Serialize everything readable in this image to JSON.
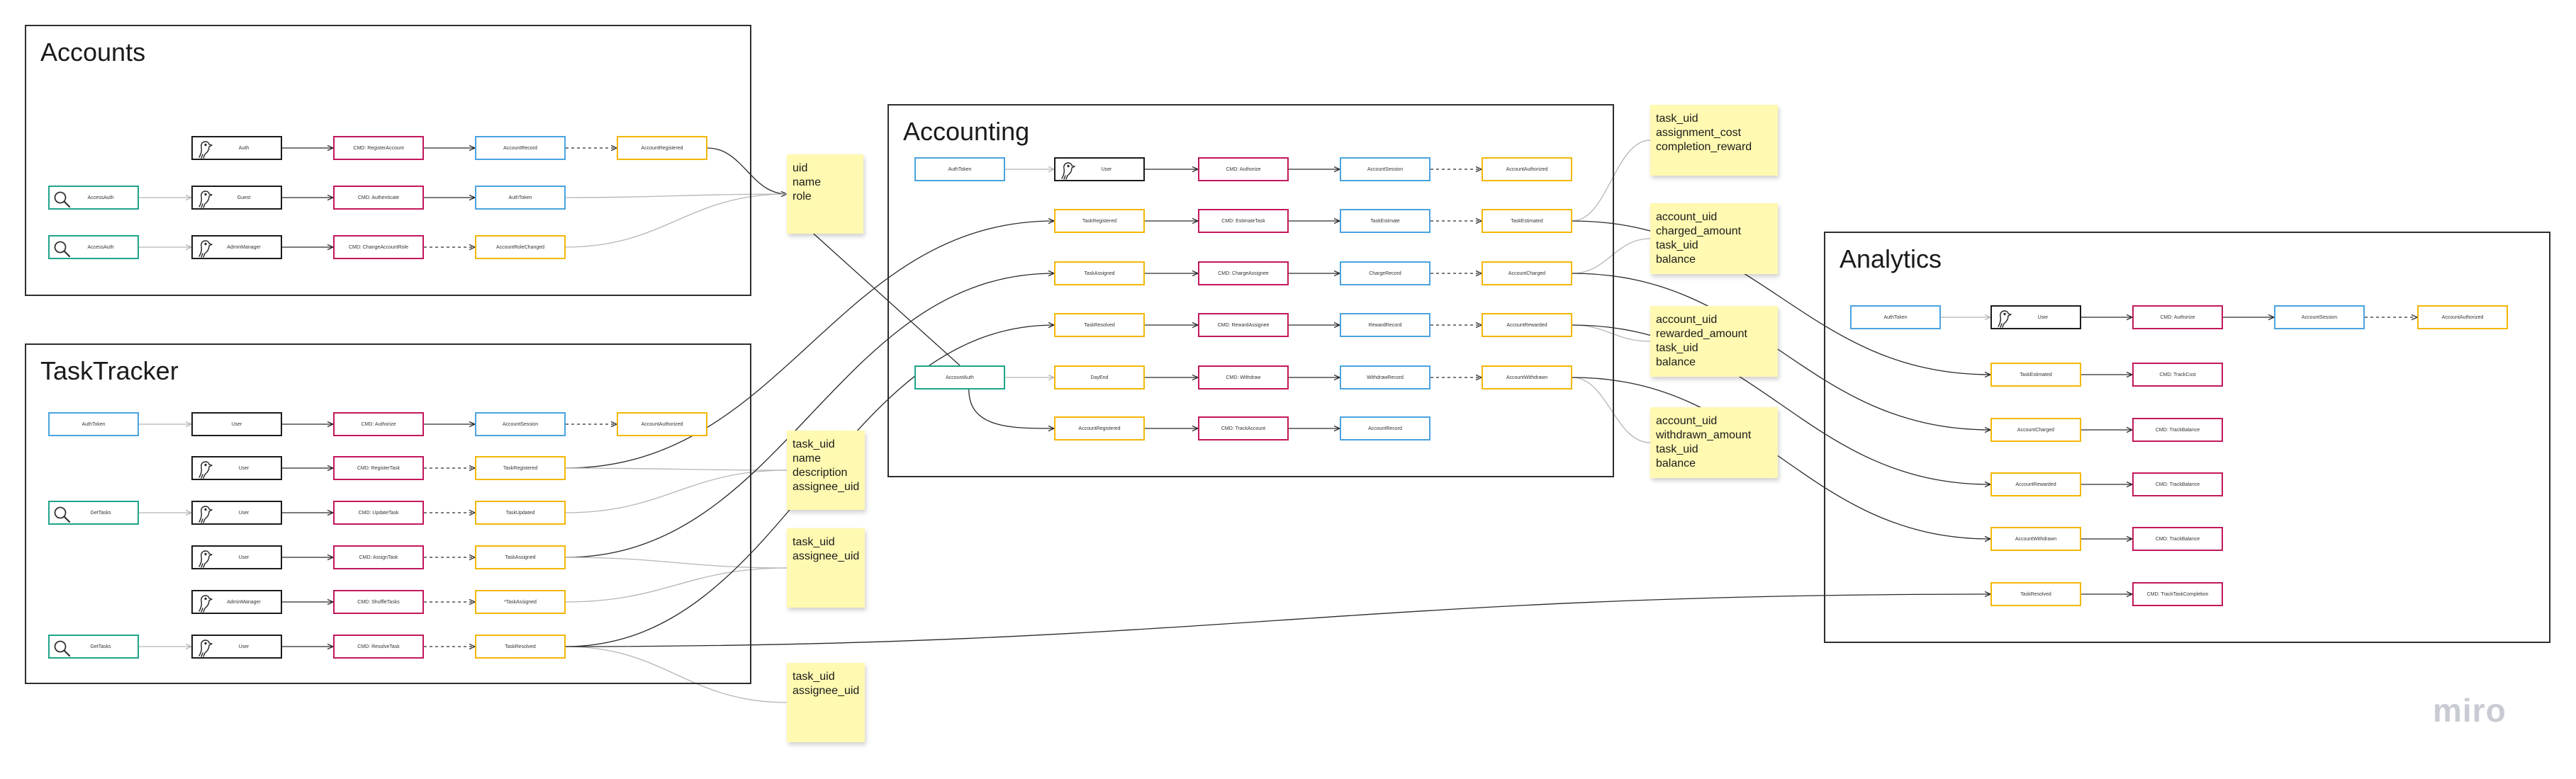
{
  "colors": {
    "blue": "#4aa3df",
    "magenta": "#c2185b",
    "yellow": "#f2b705",
    "black": "#1b1b1b",
    "green": "#1fa48a",
    "note": "#fff9b1",
    "line": "#2a2a2a",
    "lineLight": "#b5b5b5"
  },
  "frames": [
    {
      "id": "accounts",
      "title": "Accounts"
    },
    {
      "id": "tasktracker",
      "title": "TaskTracker"
    },
    {
      "id": "accounting",
      "title": "Accounting"
    },
    {
      "id": "analytics",
      "title": "Analytics"
    }
  ],
  "nodes": [
    {
      "id": "acc_auth1",
      "label": "Auth",
      "kind": "actor",
      "icon": "bird-icon"
    },
    {
      "id": "acc_cmd_reg",
      "label": "CMD: RegisterAccount",
      "kind": "command"
    },
    {
      "id": "acc_record",
      "label": "AccountRecord",
      "kind": "data"
    },
    {
      "id": "acc_ev_reg",
      "label": "AccountRegistered",
      "kind": "event"
    },
    {
      "id": "acc_q_auth",
      "label": "AccessAuth",
      "kind": "query",
      "icon": "search-icon"
    },
    {
      "id": "acc_auth2",
      "label": "Guest",
      "kind": "actor",
      "icon": "bird-icon"
    },
    {
      "id": "acc_cmd_authn",
      "label": "CMD: Authenticate",
      "kind": "command"
    },
    {
      "id": "acc_token",
      "label": "AuthToken",
      "kind": "data"
    },
    {
      "id": "acc_q_role",
      "label": "AccessAuth",
      "kind": "query",
      "icon": "search-icon"
    },
    {
      "id": "acc_admin",
      "label": "AdminManager",
      "kind": "actor",
      "icon": "bird-icon"
    },
    {
      "id": "acc_cmd_role",
      "label": "CMD: ChangeAccountRole",
      "kind": "command"
    },
    {
      "id": "acc_ev_role",
      "label": "AccountRoleChanged",
      "kind": "event"
    },
    {
      "id": "tt_token",
      "label": "AuthToken",
      "kind": "data"
    },
    {
      "id": "tt_user0",
      "label": "User",
      "kind": "actor"
    },
    {
      "id": "tt_cmd_auth",
      "label": "CMD: Authorize",
      "kind": "command"
    },
    {
      "id": "tt_session",
      "label": "AccountSession",
      "kind": "data"
    },
    {
      "id": "tt_ev_authd",
      "label": "AccountAuthorized",
      "kind": "event"
    },
    {
      "id": "tt_user1",
      "label": "User",
      "kind": "actor",
      "icon": "bird-icon"
    },
    {
      "id": "tt_cmd_reg",
      "label": "CMD: RegisterTask",
      "kind": "command"
    },
    {
      "id": "tt_ev_reg",
      "label": "TaskRegistered",
      "kind": "event"
    },
    {
      "id": "tt_q_get1",
      "label": "GetTasks",
      "kind": "query",
      "icon": "search-icon"
    },
    {
      "id": "tt_user2",
      "label": "User",
      "kind": "actor",
      "icon": "bird-icon"
    },
    {
      "id": "tt_cmd_upd",
      "label": "CMD: UpdateTask",
      "kind": "command"
    },
    {
      "id": "tt_ev_upd",
      "label": "TaskUpdated",
      "kind": "event"
    },
    {
      "id": "tt_user3",
      "label": "User",
      "kind": "actor",
      "icon": "bird-icon"
    },
    {
      "id": "tt_cmd_assign",
      "label": "CMD: AssignTask",
      "kind": "command"
    },
    {
      "id": "tt_ev_assign",
      "label": "TaskAssigned",
      "kind": "event"
    },
    {
      "id": "tt_admin",
      "label": "AdminManager",
      "kind": "actor",
      "icon": "bird-icon"
    },
    {
      "id": "tt_cmd_shuffle",
      "label": "CMD: ShuffleTasks",
      "kind": "command"
    },
    {
      "id": "tt_ev_assign2",
      "label": "*TaskAssigned",
      "kind": "event"
    },
    {
      "id": "tt_q_get2",
      "label": "GetTasks",
      "kind": "query",
      "icon": "search-icon"
    },
    {
      "id": "tt_user4",
      "label": "User",
      "kind": "actor",
      "icon": "bird-icon"
    },
    {
      "id": "tt_cmd_resolve",
      "label": "CMD: ResolveTask",
      "kind": "command"
    },
    {
      "id": "tt_ev_resolved",
      "label": "TaskResolved",
      "kind": "event"
    },
    {
      "id": "ac_token",
      "label": "AuthToken",
      "kind": "data"
    },
    {
      "id": "ac_user",
      "label": "User",
      "kind": "actor",
      "icon": "bird-icon"
    },
    {
      "id": "ac_cmd_auth",
      "label": "CMD: Authorize",
      "kind": "command"
    },
    {
      "id": "ac_session",
      "label": "AccountSession",
      "kind": "data"
    },
    {
      "id": "ac_ev_authd",
      "label": "AccountAuthorized",
      "kind": "event"
    },
    {
      "id": "ac_ev_treg",
      "label": "TaskRegistered",
      "kind": "event"
    },
    {
      "id": "ac_cmd_est",
      "label": "CMD: EstimateTask",
      "kind": "command"
    },
    {
      "id": "ac_est",
      "label": "TaskEstimate",
      "kind": "data"
    },
    {
      "id": "ac_ev_est",
      "label": "TaskEstimated",
      "kind": "event"
    },
    {
      "id": "ac_ev_tass",
      "label": "TaskAssigned",
      "kind": "event"
    },
    {
      "id": "ac_cmd_charge",
      "label": "CMD: ChargeAssignee",
      "kind": "command"
    },
    {
      "id": "ac_charge",
      "label": "ChargeRecord",
      "kind": "data"
    },
    {
      "id": "ac_ev_charged",
      "label": "AccountCharged",
      "kind": "event"
    },
    {
      "id": "ac_ev_tres",
      "label": "TaskResolved",
      "kind": "event"
    },
    {
      "id": "ac_cmd_reward",
      "label": "CMD: RewardAssignee",
      "kind": "command"
    },
    {
      "id": "ac_reward",
      "label": "RewardRecord",
      "kind": "data"
    },
    {
      "id": "ac_ev_rewarded",
      "label": "AccountRewarded",
      "kind": "event"
    },
    {
      "id": "ac_q_acc",
      "label": "AccountAuth",
      "kind": "query"
    },
    {
      "id": "ac_ev_day",
      "label": "DayEnd",
      "kind": "event"
    },
    {
      "id": "ac_cmd_wd",
      "label": "CMD: Withdraw",
      "kind": "command"
    },
    {
      "id": "ac_wd",
      "label": "WithdrawRecord",
      "kind": "data"
    },
    {
      "id": "ac_ev_wd",
      "label": "AccountWithdrawn",
      "kind": "event"
    },
    {
      "id": "ac_ev_areg",
      "label": "AccountRegistered",
      "kind": "event"
    },
    {
      "id": "ac_cmd_track",
      "label": "CMD: TrackAccount",
      "kind": "command"
    },
    {
      "id": "ac_accrec",
      "label": "AccountRecord",
      "kind": "data"
    },
    {
      "id": "an_token",
      "label": "AuthToken",
      "kind": "data"
    },
    {
      "id": "an_user",
      "label": "User",
      "kind": "actor",
      "icon": "bird-icon"
    },
    {
      "id": "an_cmd_auth",
      "label": "CMD: Authorize",
      "kind": "command"
    },
    {
      "id": "an_session",
      "label": "AccountSession",
      "kind": "data"
    },
    {
      "id": "an_ev_authd",
      "label": "AccountAuthorized",
      "kind": "event"
    },
    {
      "id": "an_ev_est",
      "label": "TaskEstimated",
      "kind": "event"
    },
    {
      "id": "an_cmd_tcost",
      "label": "CMD: TrackCost",
      "kind": "command"
    },
    {
      "id": "an_ev_charged",
      "label": "AccountCharged",
      "kind": "event"
    },
    {
      "id": "an_cmd_tb1",
      "label": "CMD: TrackBalance",
      "kind": "command"
    },
    {
      "id": "an_ev_rewarded",
      "label": "AccountRewarded",
      "kind": "event"
    },
    {
      "id": "an_cmd_tb2",
      "label": "CMD: TrackBalance",
      "kind": "command"
    },
    {
      "id": "an_ev_wd",
      "label": "AccountWithdrawn",
      "kind": "event"
    },
    {
      "id": "an_cmd_tb3",
      "label": "CMD: TrackBalance",
      "kind": "command"
    },
    {
      "id": "an_ev_tres",
      "label": "TaskResolved",
      "kind": "event"
    },
    {
      "id": "an_cmd_tcomp",
      "label": "CMD: TrackTaskCompletion",
      "kind": "command"
    }
  ],
  "notes": [
    {
      "id": "note_uid",
      "lines": [
        "uid",
        "name",
        "role"
      ]
    },
    {
      "id": "note_task",
      "lines": [
        "task_uid",
        "name",
        "description",
        "assignee_uid"
      ]
    },
    {
      "id": "note_assign",
      "lines": [
        "task_uid",
        "assignee_uid"
      ]
    },
    {
      "id": "note_resolve",
      "lines": [
        "task_uid",
        "assignee_uid"
      ]
    },
    {
      "id": "note_cost",
      "lines": [
        "task_uid",
        "assignment_cost",
        "completion_reward"
      ]
    },
    {
      "id": "note_charged",
      "lines": [
        "account_uid",
        "charged_amount",
        "task_uid",
        "balance"
      ]
    },
    {
      "id": "note_rewarded",
      "lines": [
        "account_uid",
        "rewarded_amount",
        "task_uid",
        "balance"
      ]
    },
    {
      "id": "note_withdrawn",
      "lines": [
        "account_uid",
        "withdrawn_amount",
        "task_uid",
        "balance"
      ]
    }
  ],
  "edges": [
    {
      "from": "acc_auth1",
      "to": "acc_cmd_reg",
      "style": "solid"
    },
    {
      "from": "acc_cmd_reg",
      "to": "acc_record",
      "style": "solid"
    },
    {
      "from": "acc_record",
      "to": "acc_ev_reg",
      "style": "dashed"
    },
    {
      "from": "acc_q_auth",
      "to": "acc_auth2",
      "style": "light"
    },
    {
      "from": "acc_auth2",
      "to": "acc_cmd_authn",
      "style": "solid"
    },
    {
      "from": "acc_cmd_authn",
      "to": "acc_token",
      "style": "solid"
    },
    {
      "from": "acc_q_role",
      "to": "acc_admin",
      "style": "light"
    },
    {
      "from": "acc_admin",
      "to": "acc_cmd_role",
      "style": "solid"
    },
    {
      "from": "acc_cmd_role",
      "to": "acc_ev_role",
      "style": "dashed"
    },
    {
      "from": "tt_token",
      "to": "tt_user0",
      "style": "light"
    },
    {
      "from": "tt_user0",
      "to": "tt_cmd_auth",
      "style": "solid"
    },
    {
      "from": "tt_cmd_auth",
      "to": "tt_session",
      "style": "solid"
    },
    {
      "from": "tt_session",
      "to": "tt_ev_authd",
      "style": "dashed"
    },
    {
      "from": "tt_user1",
      "to": "tt_cmd_reg",
      "style": "solid"
    },
    {
      "from": "tt_cmd_reg",
      "to": "tt_ev_reg",
      "style": "dashed"
    },
    {
      "from": "tt_q_get1",
      "to": "tt_user2",
      "style": "light"
    },
    {
      "from": "tt_user2",
      "to": "tt_cmd_upd",
      "style": "solid"
    },
    {
      "from": "tt_cmd_upd",
      "to": "tt_ev_upd",
      "style": "dashed"
    },
    {
      "from": "tt_user3",
      "to": "tt_cmd_assign",
      "style": "solid"
    },
    {
      "from": "tt_cmd_assign",
      "to": "tt_ev_assign",
      "style": "dashed"
    },
    {
      "from": "tt_admin",
      "to": "tt_cmd_shuffle",
      "style": "solid"
    },
    {
      "from": "tt_cmd_shuffle",
      "to": "tt_ev_assign2",
      "style": "dashed"
    },
    {
      "from": "tt_q_get2",
      "to": "tt_user4",
      "style": "light"
    },
    {
      "from": "tt_user4",
      "to": "tt_cmd_resolve",
      "style": "solid"
    },
    {
      "from": "tt_cmd_resolve",
      "to": "tt_ev_resolved",
      "style": "dashed"
    },
    {
      "from": "ac_token",
      "to": "ac_user",
      "style": "light"
    },
    {
      "from": "ac_user",
      "to": "ac_cmd_auth",
      "style": "solid"
    },
    {
      "from": "ac_cmd_auth",
      "to": "ac_session",
      "style": "solid"
    },
    {
      "from": "ac_session",
      "to": "ac_ev_authd",
      "style": "dashed"
    },
    {
      "from": "ac_ev_treg",
      "to": "ac_cmd_est",
      "style": "solid"
    },
    {
      "from": "ac_cmd_est",
      "to": "ac_est",
      "style": "solid"
    },
    {
      "from": "ac_est",
      "to": "ac_ev_est",
      "style": "dashed"
    },
    {
      "from": "ac_ev_tass",
      "to": "ac_cmd_charge",
      "style": "solid"
    },
    {
      "from": "ac_cmd_charge",
      "to": "ac_charge",
      "style": "solid"
    },
    {
      "from": "ac_charge",
      "to": "ac_ev_charged",
      "style": "dashed"
    },
    {
      "from": "ac_ev_tres",
      "to": "ac_cmd_reward",
      "style": "solid"
    },
    {
      "from": "ac_cmd_reward",
      "to": "ac_reward",
      "style": "solid"
    },
    {
      "from": "ac_reward",
      "to": "ac_ev_rewarded",
      "style": "dashed"
    },
    {
      "from": "ac_q_acc",
      "to": "ac_ev_day",
      "style": "light"
    },
    {
      "from": "ac_ev_day",
      "to": "ac_cmd_wd",
      "style": "solid"
    },
    {
      "from": "ac_cmd_wd",
      "to": "ac_wd",
      "style": "solid"
    },
    {
      "from": "ac_wd",
      "to": "ac_ev_wd",
      "style": "dashed"
    },
    {
      "from": "ac_ev_areg",
      "to": "ac_cmd_track",
      "style": "solid"
    },
    {
      "from": "ac_cmd_track",
      "to": "ac_accrec",
      "style": "solid"
    },
    {
      "from": "ac_q_acc",
      "to": "ac_ev_areg",
      "style": "curve"
    },
    {
      "from": "an_token",
      "to": "an_user",
      "style": "light"
    },
    {
      "from": "an_user",
      "to": "an_cmd_auth",
      "style": "solid"
    },
    {
      "from": "an_cmd_auth",
      "to": "an_session",
      "style": "solid"
    },
    {
      "from": "an_session",
      "to": "an_ev_authd",
      "style": "dashed"
    },
    {
      "from": "an_ev_est",
      "to": "an_cmd_tcost",
      "style": "solid"
    },
    {
      "from": "an_ev_charged",
      "to": "an_cmd_tb1",
      "style": "solid"
    },
    {
      "from": "an_ev_rewarded",
      "to": "an_cmd_tb2",
      "style": "solid"
    },
    {
      "from": "an_ev_wd",
      "to": "an_cmd_tb3",
      "style": "solid"
    },
    {
      "from": "an_ev_tres",
      "to": "an_cmd_tcomp",
      "style": "solid"
    },
    {
      "from": "acc_ev_reg",
      "to": "note_uid",
      "style": "curve"
    },
    {
      "from": "acc_token",
      "to": "note_uid",
      "style": "curve-light"
    },
    {
      "from": "acc_ev_role",
      "to": "note_uid",
      "style": "curve-light"
    },
    {
      "from": "note_uid",
      "to": "ac_q_acc",
      "style": "cross"
    },
    {
      "from": "tt_ev_reg",
      "to": "ac_ev_treg",
      "style": "curve"
    },
    {
      "from": "tt_ev_reg",
      "to": "note_task",
      "style": "curve-light"
    },
    {
      "from": "tt_ev_upd",
      "to": "note_task",
      "style": "curve-light"
    },
    {
      "from": "tt_ev_assign",
      "to": "ac_ev_tass",
      "style": "curve"
    },
    {
      "from": "tt_ev_assign",
      "to": "note_assign",
      "style": "curve-light"
    },
    {
      "from": "tt_ev_assign2",
      "to": "note_assign",
      "style": "curve-light"
    },
    {
      "from": "tt_ev_resolved",
      "to": "ac_ev_tres",
      "style": "curve"
    },
    {
      "from": "tt_ev_resolved",
      "to": "note_resolve",
      "style": "curve-light"
    },
    {
      "from": "tt_ev_resolved",
      "to": "an_ev_tres",
      "style": "curve"
    },
    {
      "from": "ac_ev_est",
      "to": "note_cost",
      "style": "curve-light"
    },
    {
      "from": "ac_ev_est",
      "to": "an_ev_est",
      "style": "curve"
    },
    {
      "from": "ac_ev_charged",
      "to": "note_charged",
      "style": "curve-light"
    },
    {
      "from": "ac_ev_charged",
      "to": "an_ev_charged",
      "style": "curve"
    },
    {
      "from": "ac_ev_rewarded",
      "to": "note_rewarded",
      "style": "curve-light"
    },
    {
      "from": "ac_ev_rewarded",
      "to": "an_ev_rewarded",
      "style": "curve"
    },
    {
      "from": "ac_ev_wd",
      "to": "note_withdrawn",
      "style": "curve-light"
    },
    {
      "from": "ac_ev_wd",
      "to": "an_ev_wd",
      "style": "curve"
    }
  ],
  "logo": "miro"
}
